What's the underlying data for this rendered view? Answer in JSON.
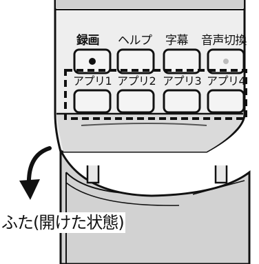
{
  "remote": {
    "top_buttons": [
      {
        "label": "録画"
      },
      {
        "label": "ヘルプ"
      },
      {
        "label": "字幕"
      },
      {
        "label": "音声切換"
      }
    ],
    "app_buttons": [
      {
        "label": "アプリ1"
      },
      {
        "label": "アプリ2"
      },
      {
        "label": "アプリ3"
      },
      {
        "label": "アプリ4"
      }
    ]
  },
  "caption": "ふた(開けた状態)",
  "colors": {
    "body_light": "#eeeeee",
    "body_mid": "#d9d9d9",
    "lid": "#cfcfcf",
    "outline": "#111111"
  }
}
